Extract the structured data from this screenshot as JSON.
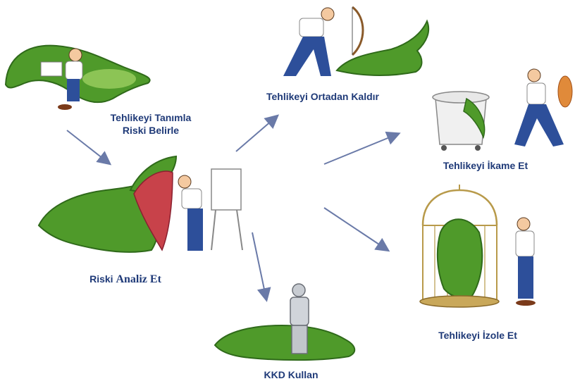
{
  "steps": {
    "identify": {
      "line1": "Tehlikeyi Tanımla",
      "line2": "Riski Belirle"
    },
    "analyze": {
      "prefix": "Riski ",
      "emphasis": "Analiz Et"
    },
    "eliminate": {
      "label": "Tehlikeyi Ortadan Kaldır"
    },
    "substitute": {
      "label": "Tehlikeyi İkame Et"
    },
    "isolate": {
      "label": "Tehlikeyi İzole Et"
    },
    "ppe": {
      "label": "KKD Kullan"
    }
  },
  "colors": {
    "label_text": "#1f3a78",
    "arrow": "#6a7aa8",
    "crocodile": "#4f9a2a",
    "crocodile_dark": "#2f6a1a",
    "shirt": "#ffffff",
    "trousers": "#2d4f9a"
  }
}
